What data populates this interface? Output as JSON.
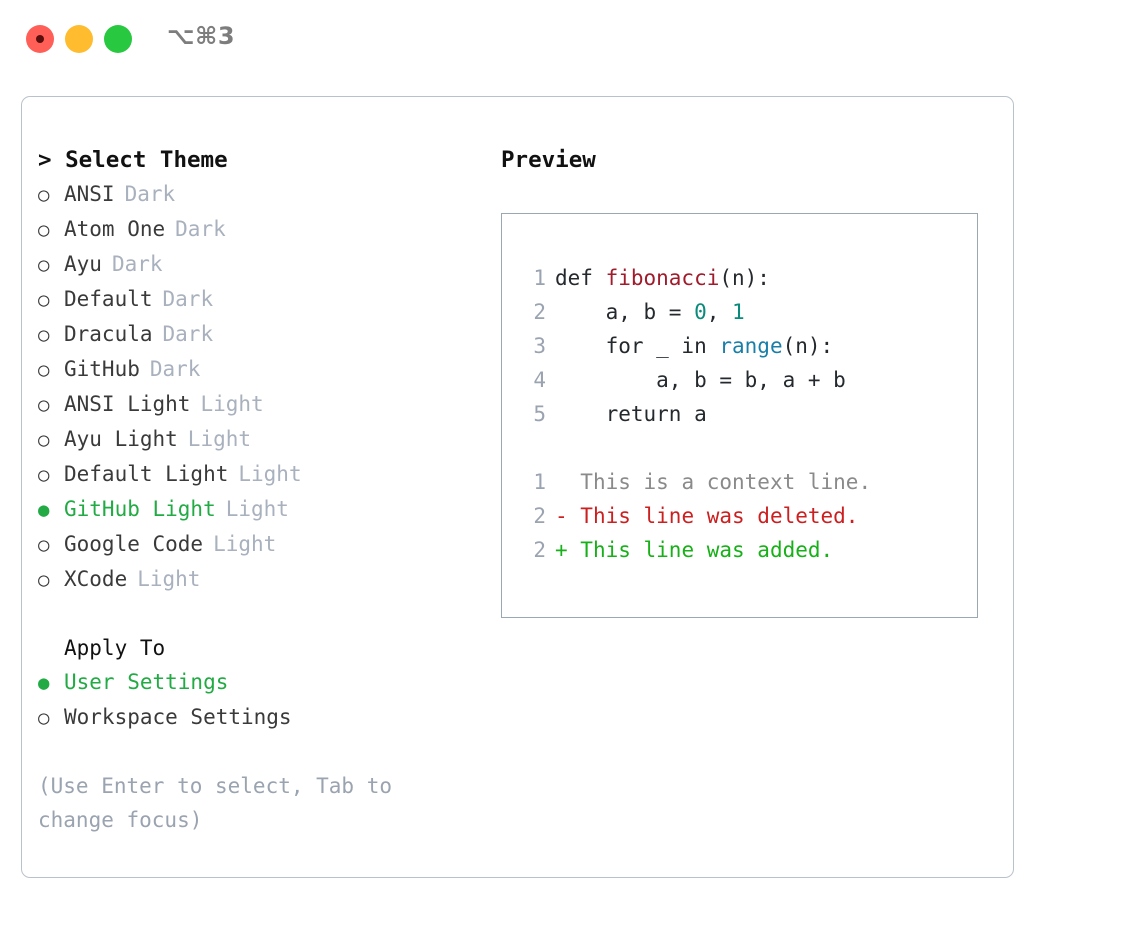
{
  "titlebar": {
    "shortcut": "⌥⌘3",
    "buttons": {
      "close": "close",
      "minimize": "minimize",
      "maximize": "maximize"
    }
  },
  "theme_panel": {
    "title": "> Select Theme",
    "items": [
      {
        "label": "ANSI",
        "variant": "Dark",
        "selected": false,
        "bullet": "○"
      },
      {
        "label": "Atom One",
        "variant": "Dark",
        "selected": false,
        "bullet": "○"
      },
      {
        "label": "Ayu",
        "variant": "Dark",
        "selected": false,
        "bullet": "○"
      },
      {
        "label": "Default",
        "variant": "Dark",
        "selected": false,
        "bullet": "○"
      },
      {
        "label": "Dracula",
        "variant": "Dark",
        "selected": false,
        "bullet": "○"
      },
      {
        "label": "GitHub",
        "variant": "Dark",
        "selected": false,
        "bullet": "○"
      },
      {
        "label": "ANSI Light",
        "variant": "Light",
        "selected": false,
        "bullet": "○"
      },
      {
        "label": "Ayu Light",
        "variant": "Light",
        "selected": false,
        "bullet": "○"
      },
      {
        "label": "Default Light",
        "variant": "Light",
        "selected": false,
        "bullet": "○"
      },
      {
        "label": "GitHub Light",
        "variant": "Light",
        "selected": true,
        "bullet": "●"
      },
      {
        "label": "Google Code",
        "variant": "Light",
        "selected": false,
        "bullet": "○"
      },
      {
        "label": "XCode",
        "variant": "Light",
        "selected": false,
        "bullet": "○"
      }
    ]
  },
  "apply_to": {
    "title": "Apply To",
    "items": [
      {
        "label": "User Settings",
        "selected": true,
        "bullet": "●"
      },
      {
        "label": "Workspace Settings",
        "selected": false,
        "bullet": "○"
      }
    ]
  },
  "hint": "(Use Enter to select, Tab to change focus)",
  "preview": {
    "title": "Preview",
    "code_lines": [
      {
        "num": "1",
        "parts": [
          {
            "t": "def ",
            "c": "plain"
          },
          {
            "t": "fibonacci",
            "c": "fn"
          },
          {
            "t": "(n):",
            "c": "plain"
          }
        ]
      },
      {
        "num": "2",
        "parts": [
          {
            "t": "    a, b = ",
            "c": "plain"
          },
          {
            "t": "0",
            "c": "num"
          },
          {
            "t": ", ",
            "c": "plain"
          },
          {
            "t": "1",
            "c": "num"
          }
        ]
      },
      {
        "num": "3",
        "parts": [
          {
            "t": "    for _ in ",
            "c": "plain"
          },
          {
            "t": "range",
            "c": "call"
          },
          {
            "t": "(n):",
            "c": "plain"
          }
        ]
      },
      {
        "num": "4",
        "parts": [
          {
            "t": "        a, b = b, a + b",
            "c": "plain"
          }
        ]
      },
      {
        "num": "5",
        "parts": [
          {
            "t": "    return a",
            "c": "plain"
          }
        ]
      }
    ],
    "diff_lines": [
      {
        "num": "1",
        "marker": "  ",
        "text": "This is a context line.",
        "kind": "ctx"
      },
      {
        "num": "2",
        "marker": "- ",
        "text": "This line was deleted.",
        "kind": "del"
      },
      {
        "num": "2",
        "marker": "+ ",
        "text": "This line was added.",
        "kind": "add"
      }
    ]
  },
  "colors": {
    "selected_green": "#22AA44",
    "diff_add": "#18b018",
    "diff_del": "#cc1f1f",
    "diff_ctx": "#8a8a8a",
    "muted": "#a8b1bd",
    "token_function": "#a01b2b",
    "token_call": "#1a7fa8",
    "token_number": "#0a8a7a",
    "border": "#9aa7b5"
  }
}
